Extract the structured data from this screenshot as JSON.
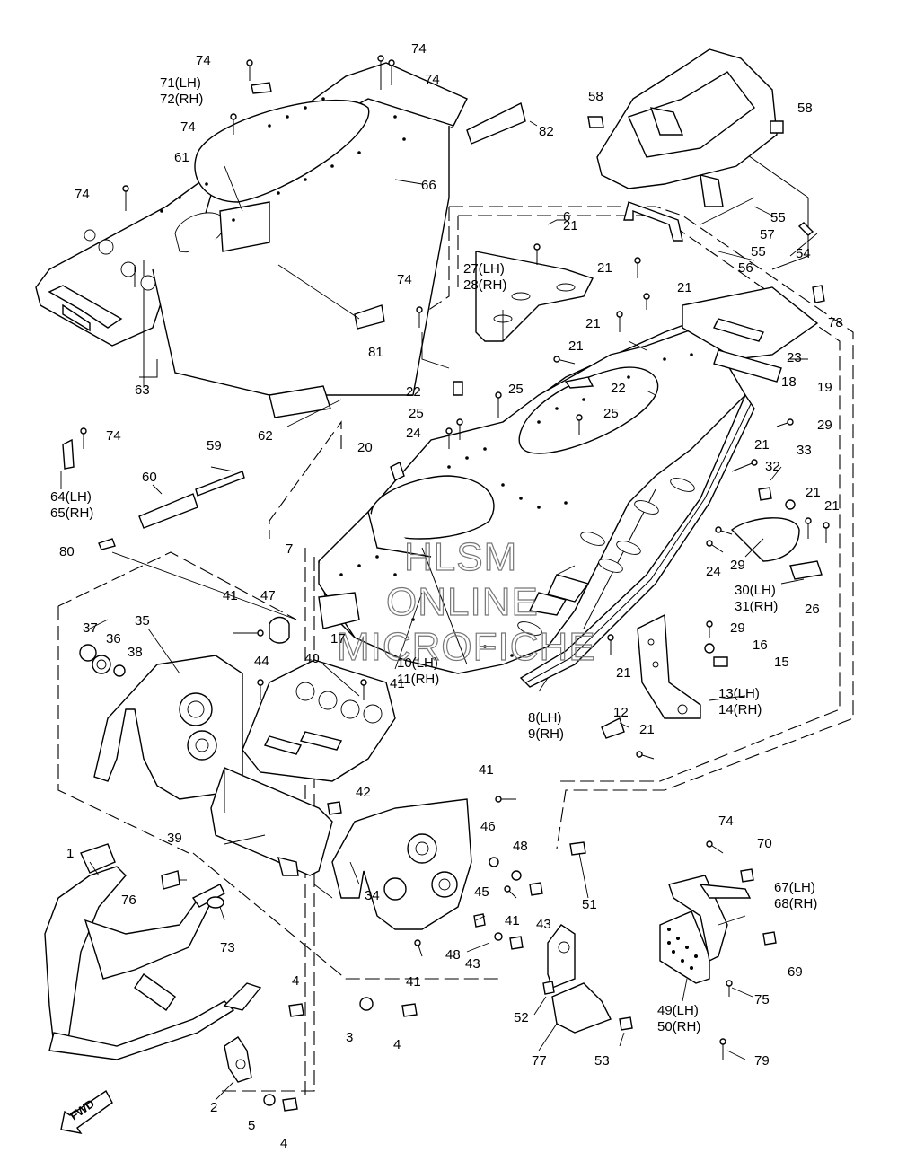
{
  "watermark": {
    "line1": "HLSM",
    "line2": "ONLINE",
    "line3": "MICROFICHE"
  },
  "direction_label": "FWD",
  "callouts": [
    {
      "id": "c1",
      "text": "1"
    },
    {
      "id": "c2",
      "text": "2"
    },
    {
      "id": "c3",
      "text": "3"
    },
    {
      "id": "c4a",
      "text": "4"
    },
    {
      "id": "c4b",
      "text": "4"
    },
    {
      "id": "c4c",
      "text": "4"
    },
    {
      "id": "c5",
      "text": "5"
    },
    {
      "id": "c6",
      "text": "6"
    },
    {
      "id": "c7",
      "text": "7"
    },
    {
      "id": "c8",
      "text": "8(LH)"
    },
    {
      "id": "c9",
      "text": "9(RH)"
    },
    {
      "id": "c10",
      "text": "10(LH)"
    },
    {
      "id": "c11",
      "text": "11(RH)"
    },
    {
      "id": "c12",
      "text": "12"
    },
    {
      "id": "c13",
      "text": "13(LH)"
    },
    {
      "id": "c14",
      "text": "14(RH)"
    },
    {
      "id": "c15",
      "text": "15"
    },
    {
      "id": "c16",
      "text": "16"
    },
    {
      "id": "c17",
      "text": "17"
    },
    {
      "id": "c18",
      "text": "18"
    },
    {
      "id": "c19",
      "text": "19"
    },
    {
      "id": "c20",
      "text": "20"
    },
    {
      "id": "c21a",
      "text": "21"
    },
    {
      "id": "c21b",
      "text": "21"
    },
    {
      "id": "c21c",
      "text": "21"
    },
    {
      "id": "c21d",
      "text": "21"
    },
    {
      "id": "c21e",
      "text": "21"
    },
    {
      "id": "c21f",
      "text": "21"
    },
    {
      "id": "c21g",
      "text": "21"
    },
    {
      "id": "c21h",
      "text": "21"
    },
    {
      "id": "c21i",
      "text": "21"
    },
    {
      "id": "c21j",
      "text": "21"
    },
    {
      "id": "c22a",
      "text": "22"
    },
    {
      "id": "c22b",
      "text": "22"
    },
    {
      "id": "c23",
      "text": "23"
    },
    {
      "id": "c24a",
      "text": "24"
    },
    {
      "id": "c24b",
      "text": "24"
    },
    {
      "id": "c25a",
      "text": "25"
    },
    {
      "id": "c25b",
      "text": "25"
    },
    {
      "id": "c25c",
      "text": "25"
    },
    {
      "id": "c26",
      "text": "26"
    },
    {
      "id": "c27",
      "text": "27(LH)"
    },
    {
      "id": "c28",
      "text": "28(RH)"
    },
    {
      "id": "c29a",
      "text": "29"
    },
    {
      "id": "c29b",
      "text": "29"
    },
    {
      "id": "c29c",
      "text": "29"
    },
    {
      "id": "c30",
      "text": "30(LH)"
    },
    {
      "id": "c31",
      "text": "31(RH)"
    },
    {
      "id": "c32",
      "text": "32"
    },
    {
      "id": "c33",
      "text": "33"
    },
    {
      "id": "c34",
      "text": "34"
    },
    {
      "id": "c35",
      "text": "35"
    },
    {
      "id": "c36",
      "text": "36"
    },
    {
      "id": "c37",
      "text": "37"
    },
    {
      "id": "c38",
      "text": "38"
    },
    {
      "id": "c39",
      "text": "39"
    },
    {
      "id": "c40",
      "text": "40"
    },
    {
      "id": "c41a",
      "text": "41"
    },
    {
      "id": "c41b",
      "text": "41"
    },
    {
      "id": "c41c",
      "text": "41"
    },
    {
      "id": "c41d",
      "text": "41"
    },
    {
      "id": "c41e",
      "text": "41"
    },
    {
      "id": "c42",
      "text": "42"
    },
    {
      "id": "c43a",
      "text": "43"
    },
    {
      "id": "c43b",
      "text": "43"
    },
    {
      "id": "c44",
      "text": "44"
    },
    {
      "id": "c45",
      "text": "45"
    },
    {
      "id": "c46",
      "text": "46"
    },
    {
      "id": "c47",
      "text": "47"
    },
    {
      "id": "c48a",
      "text": "48"
    },
    {
      "id": "c48b",
      "text": "48"
    },
    {
      "id": "c49",
      "text": "49(LH)"
    },
    {
      "id": "c50",
      "text": "50(RH)"
    },
    {
      "id": "c51",
      "text": "51"
    },
    {
      "id": "c52",
      "text": "52"
    },
    {
      "id": "c53",
      "text": "53"
    },
    {
      "id": "c54",
      "text": "54"
    },
    {
      "id": "c55a",
      "text": "55"
    },
    {
      "id": "c55b",
      "text": "55"
    },
    {
      "id": "c56",
      "text": "56"
    },
    {
      "id": "c57",
      "text": "57"
    },
    {
      "id": "c58a",
      "text": "58"
    },
    {
      "id": "c58b",
      "text": "58"
    },
    {
      "id": "c59",
      "text": "59"
    },
    {
      "id": "c60",
      "text": "60"
    },
    {
      "id": "c61",
      "text": "61"
    },
    {
      "id": "c62",
      "text": "62"
    },
    {
      "id": "c63",
      "text": "63"
    },
    {
      "id": "c64",
      "text": "64(LH)"
    },
    {
      "id": "c65",
      "text": "65(RH)"
    },
    {
      "id": "c66",
      "text": "66"
    },
    {
      "id": "c67",
      "text": "67(LH)"
    },
    {
      "id": "c68",
      "text": "68(RH)"
    },
    {
      "id": "c69",
      "text": "69"
    },
    {
      "id": "c70",
      "text": "70"
    },
    {
      "id": "c71",
      "text": "71(LH)"
    },
    {
      "id": "c72",
      "text": "72(RH)"
    },
    {
      "id": "c73",
      "text": "73"
    },
    {
      "id": "c74a",
      "text": "74"
    },
    {
      "id": "c74b",
      "text": "74"
    },
    {
      "id": "c74c",
      "text": "74"
    },
    {
      "id": "c74d",
      "text": "74"
    },
    {
      "id": "c74e",
      "text": "74"
    },
    {
      "id": "c74f",
      "text": "74"
    },
    {
      "id": "c74g",
      "text": "74"
    },
    {
      "id": "c74h",
      "text": "74"
    },
    {
      "id": "c75",
      "text": "75"
    },
    {
      "id": "c76",
      "text": "76"
    },
    {
      "id": "c77",
      "text": "77"
    },
    {
      "id": "c78",
      "text": "78"
    },
    {
      "id": "c79",
      "text": "79"
    },
    {
      "id": "c80",
      "text": "80"
    },
    {
      "id": "c81",
      "text": "81"
    },
    {
      "id": "c82",
      "text": "82"
    }
  ]
}
